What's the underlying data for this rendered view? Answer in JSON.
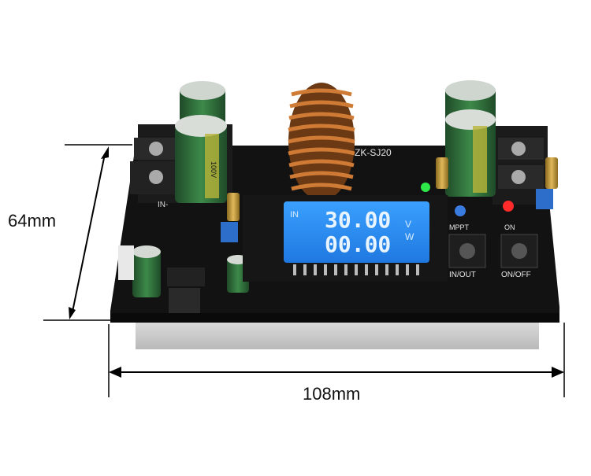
{
  "dimensions": {
    "height_label": "64mm",
    "width_label": "108mm"
  },
  "board": {
    "model": "ZK-SJ20",
    "terminal_label": "IN-",
    "led_label_mppt": "MPPT",
    "led_label_on": "ON",
    "button_in_out": "IN/OUT",
    "button_on_off": "ON/OFF",
    "capacitor_label": "100V"
  },
  "lcd": {
    "in_label": "IN",
    "voltage": "30.00",
    "voltage_unit": "V",
    "power": "00.00",
    "power_unit": "W"
  },
  "colors": {
    "pcb": "#111111",
    "lcd_bg": "#2a8bf2",
    "heatsink": "#c9c9c9",
    "copper": "#c36a2d",
    "capacitor": "#2e6b3a"
  }
}
